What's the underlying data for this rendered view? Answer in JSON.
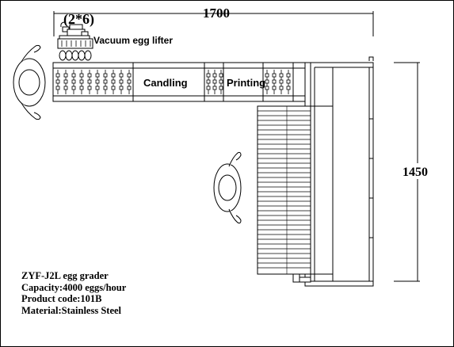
{
  "dimensions": {
    "width": "1700",
    "height": "1450"
  },
  "lifter": {
    "count": "(2*6)",
    "label": "Vacuum egg lifter"
  },
  "sections": {
    "candling": "Candling",
    "printing": "Printing"
  },
  "spec": {
    "model": "ZYF-J2L egg grader",
    "capacity": "Capacity:4000 eggs/hour",
    "product_code": "Product code:101B",
    "material": "Material:Stainless Steel"
  },
  "icons": [
    "operator-icon",
    "operator-icon",
    "vacuum-lifter-icon"
  ]
}
